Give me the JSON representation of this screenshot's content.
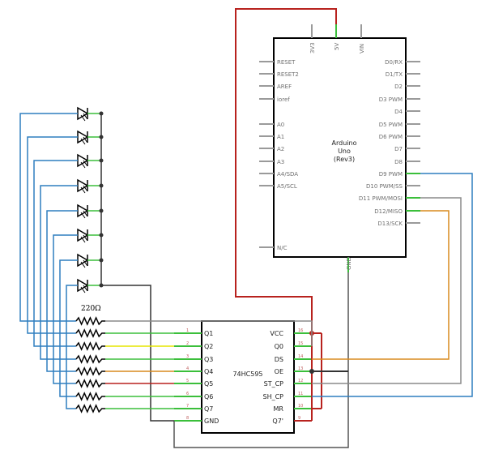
{
  "arduino": {
    "name_line1": "Arduino",
    "name_line2": "Uno",
    "name_line3": "(Rev3)",
    "top_pins": [
      "3V3",
      "5V",
      "VIN"
    ],
    "bottom_pin": "GND",
    "left_pins": [
      "RESET",
      "RESET2",
      "AREF",
      "ioref",
      "A0",
      "A1",
      "A2",
      "A3",
      "A4/SDA",
      "A5/SCL",
      "N/C"
    ],
    "right_pins": [
      "D0/RX",
      "D1/TX",
      "D2",
      "D3 PWM",
      "D4",
      "D5 PWM",
      "D6 PWM",
      "D7",
      "D8",
      "D9 PWM",
      "D10 PWM/SS",
      "D11 PWM/MOSI",
      "D12/MISO",
      "D13/SCK"
    ]
  },
  "shift_register": {
    "name": "74HC595",
    "left_pins": [
      "Q1",
      "Q2",
      "Q3",
      "Q4",
      "Q5",
      "Q6",
      "Q7",
      "GND"
    ],
    "left_numbers": [
      "1",
      "2",
      "3",
      "4",
      "5",
      "6",
      "7",
      "8"
    ],
    "right_pins": [
      "VCC",
      "Q0",
      "DS",
      "OE",
      "ST_CP",
      "SH_CP",
      "MR",
      "Q7'"
    ],
    "right_numbers": [
      "16",
      "15",
      "14",
      "13",
      "12",
      "11",
      "10",
      "9"
    ]
  },
  "resistor_label": "220Ω",
  "colors": {
    "wire_blue": "#2f7fbf",
    "wire_red": "#b8221e",
    "wire_green": "#3bbf3b",
    "wire_yellow": "#e6e600",
    "wire_orange": "#d98a1e",
    "wire_gray": "#8a8a8a",
    "wire_black": "#333333"
  }
}
